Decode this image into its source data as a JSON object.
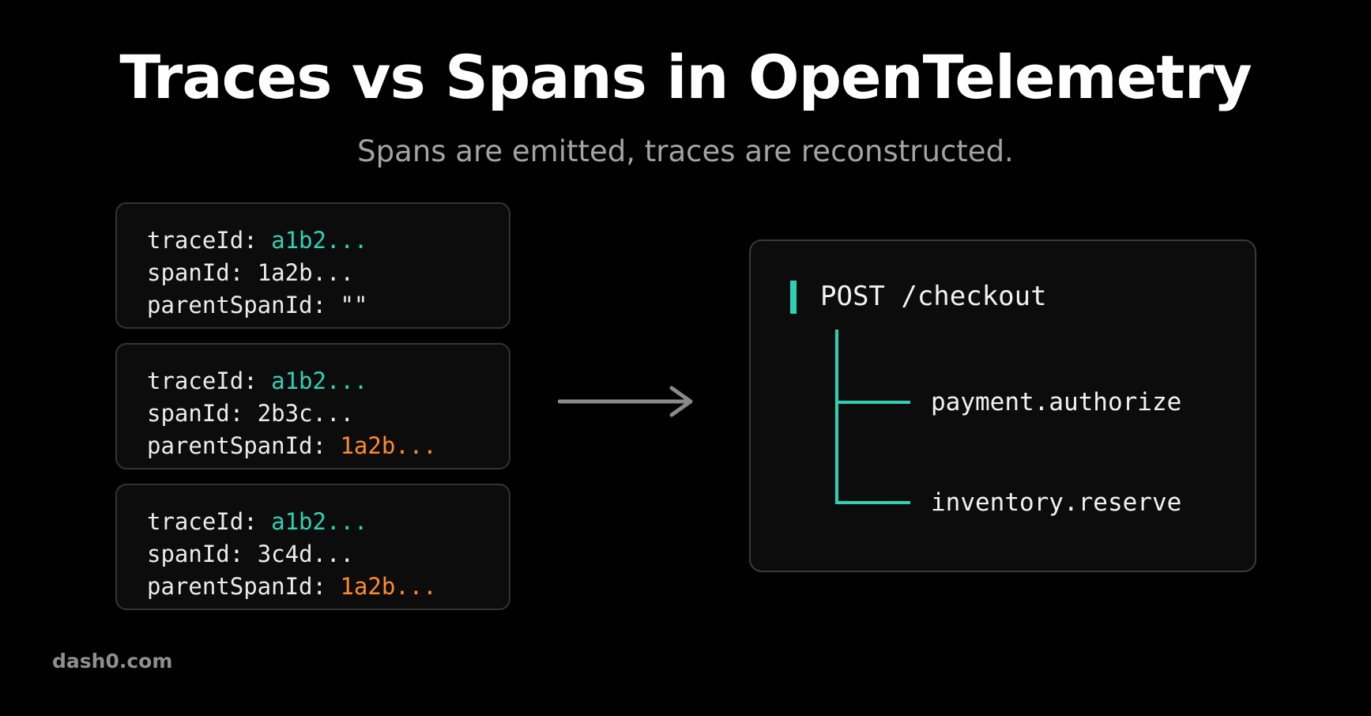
{
  "header": {
    "title": "Traces vs Spans in OpenTelemetry",
    "subtitle": "Spans are emitted, traces are reconstructed."
  },
  "spans": [
    {
      "trace_key": "traceId: ",
      "trace_val": "a1b2...",
      "span_key": "spanId: ",
      "span_val": "1a2b...",
      "parent_key": "parentSpanId: ",
      "parent_val": "\"\""
    },
    {
      "trace_key": "traceId: ",
      "trace_val": "a1b2...",
      "span_key": "spanId: ",
      "span_val": "2b3c...",
      "parent_key": "parentSpanId: ",
      "parent_val": "1a2b..."
    },
    {
      "trace_key": "traceId: ",
      "trace_val": "a1b2...",
      "span_key": "spanId: ",
      "span_val": "3c4d...",
      "parent_key": "parentSpanId: ",
      "parent_val": "1a2b..."
    }
  ],
  "trace": {
    "root": "POST /checkout",
    "children": [
      "payment.authorize",
      "inventory.reserve"
    ]
  },
  "footer": {
    "brand": "dash0.com"
  },
  "colors": {
    "background": "#000000",
    "trace_id": "#2fd1b4",
    "parent_span_id": "#ff8a2a",
    "tree_line": "#2fd1b4",
    "arrow": "#8a8a8a"
  },
  "icons": {
    "arrow": "arrow-right-icon"
  }
}
